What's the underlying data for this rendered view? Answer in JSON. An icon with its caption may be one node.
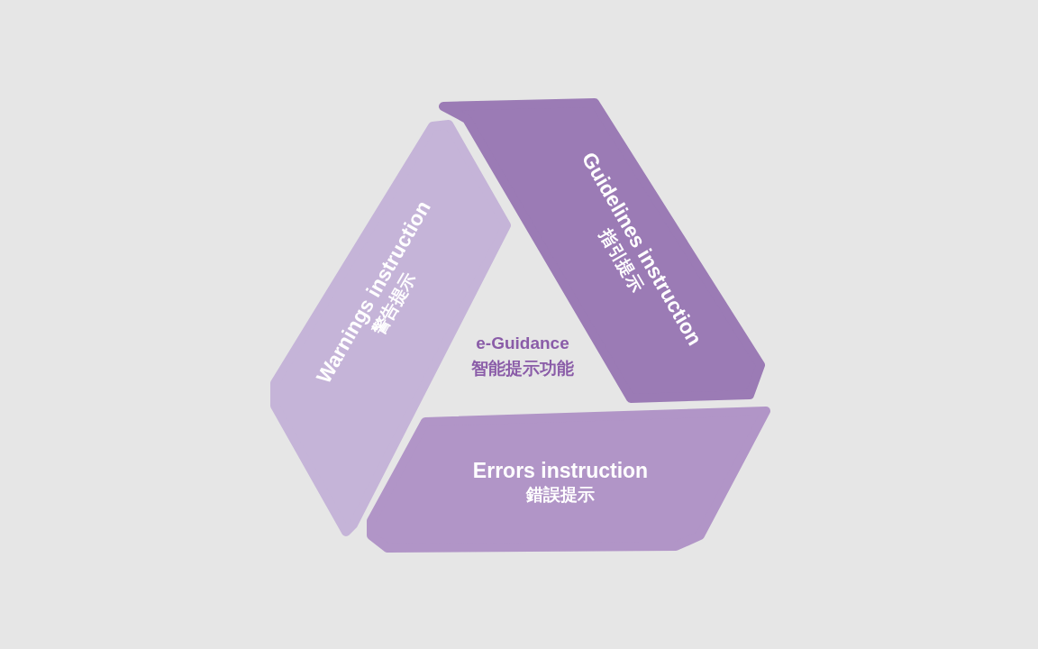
{
  "diagram": {
    "nodes": [
      {
        "text": [
          "Warnings instruction",
          "警告提示"
        ]
      },
      {
        "text": [
          "Guidelines instruction",
          "指引提示"
        ]
      },
      {
        "text": [
          "Errors instruction",
          "錯誤提示"
        ]
      }
    ],
    "labels": [
      "e-Guidance",
      "智能提示功能"
    ]
  }
}
